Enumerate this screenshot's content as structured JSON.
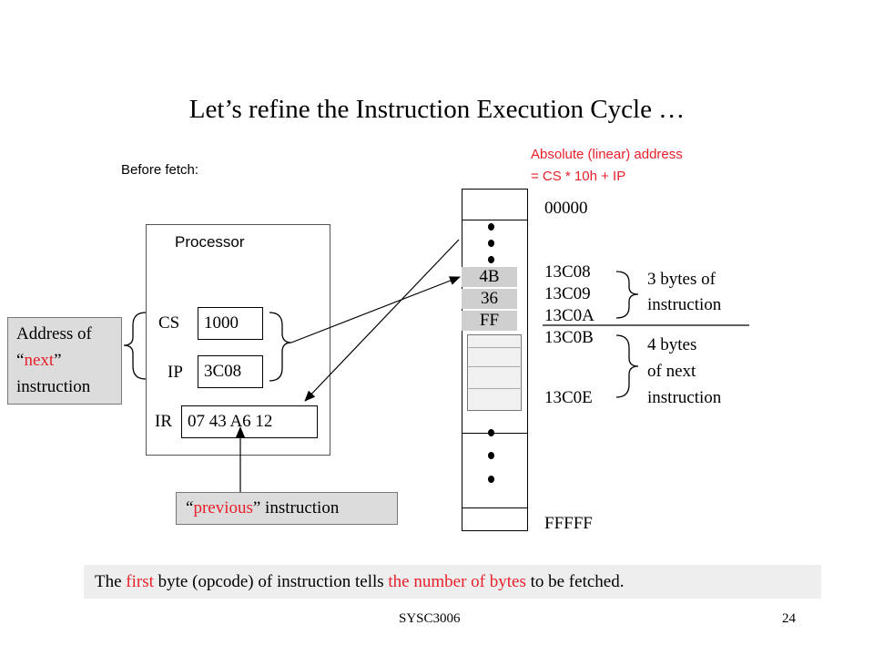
{
  "slide": {
    "title": "Let’s refine the Instruction Execution Cycle …",
    "before_fetch": "Before fetch:",
    "absolute_address_line1": "Absolute (linear) address",
    "absolute_address_line2": "=  CS * 10h + IP"
  },
  "processor": {
    "label": "Processor",
    "registers": {
      "cs": {
        "name": "CS",
        "value": "1000"
      },
      "ip": {
        "name": "IP",
        "value": "3C08"
      },
      "ir": {
        "name": "IR",
        "value": "07 43 A6 12"
      }
    }
  },
  "callouts": {
    "address_of_next": {
      "line1": "Address of",
      "quote_open": "“",
      "emphasis": "next",
      "quote_close": "”",
      "line3": "instruction"
    },
    "previous_instruction": {
      "quote_open": "“",
      "emphasis": "previous",
      "rest": "” instruction"
    }
  },
  "memory": {
    "cells": [
      "4B",
      "36",
      "FF"
    ],
    "addresses": {
      "top": "00000",
      "a1": "13C08",
      "a2": "13C09",
      "a3": "13C0A",
      "a4": "13C0B",
      "a5": "13C0E",
      "bottom": "FFFFF"
    },
    "notes": {
      "three_bytes_l1": "3 bytes of",
      "three_bytes_l2": "instruction",
      "four_bytes_l1": "4 bytes",
      "four_bytes_l2": "of next",
      "four_bytes_l3": "instruction"
    }
  },
  "banner": {
    "part1": "The ",
    "part2_red": "first",
    "part3": " byte (opcode) of instruction tells ",
    "part4_red": "the number of  bytes",
    "part5": " to be fetched."
  },
  "footer": {
    "course": "SYSC3006",
    "page": "24"
  },
  "colors": {
    "accent_red": "#e8202a",
    "callout_gray": "#dcdcdc",
    "memory_cell_gray": "#cfcfcf"
  }
}
